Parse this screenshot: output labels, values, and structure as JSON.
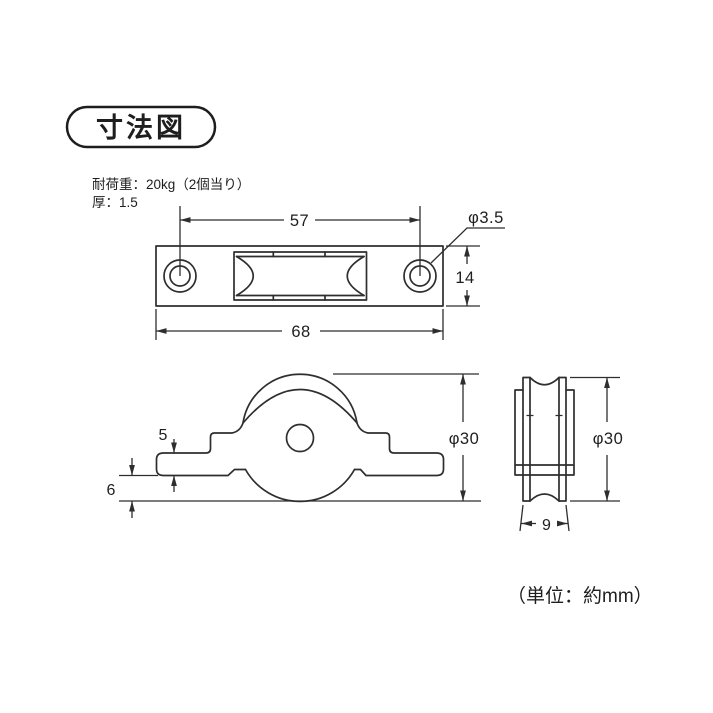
{
  "page": {
    "background": "#ffffff",
    "line_color": "#2e2e2e"
  },
  "header": {
    "title": "寸法図"
  },
  "specs": {
    "load_capacity": "耐荷重：20kg（2個当り）",
    "thickness": "厚：1.5"
  },
  "views": {
    "top": {
      "labels": {
        "hole_pitch": "57",
        "overall_length": "68",
        "plate_height": "14",
        "hole_diameter": "φ3.5"
      }
    },
    "front": {
      "labels": {
        "step_height": "5",
        "protrusion": "6",
        "wheel_diameter": "φ30"
      }
    },
    "side": {
      "labels": {
        "wheel_diameter": "φ30",
        "wheel_width": "9"
      }
    }
  },
  "footer": {
    "unit_note": "（単位：約mm）"
  }
}
